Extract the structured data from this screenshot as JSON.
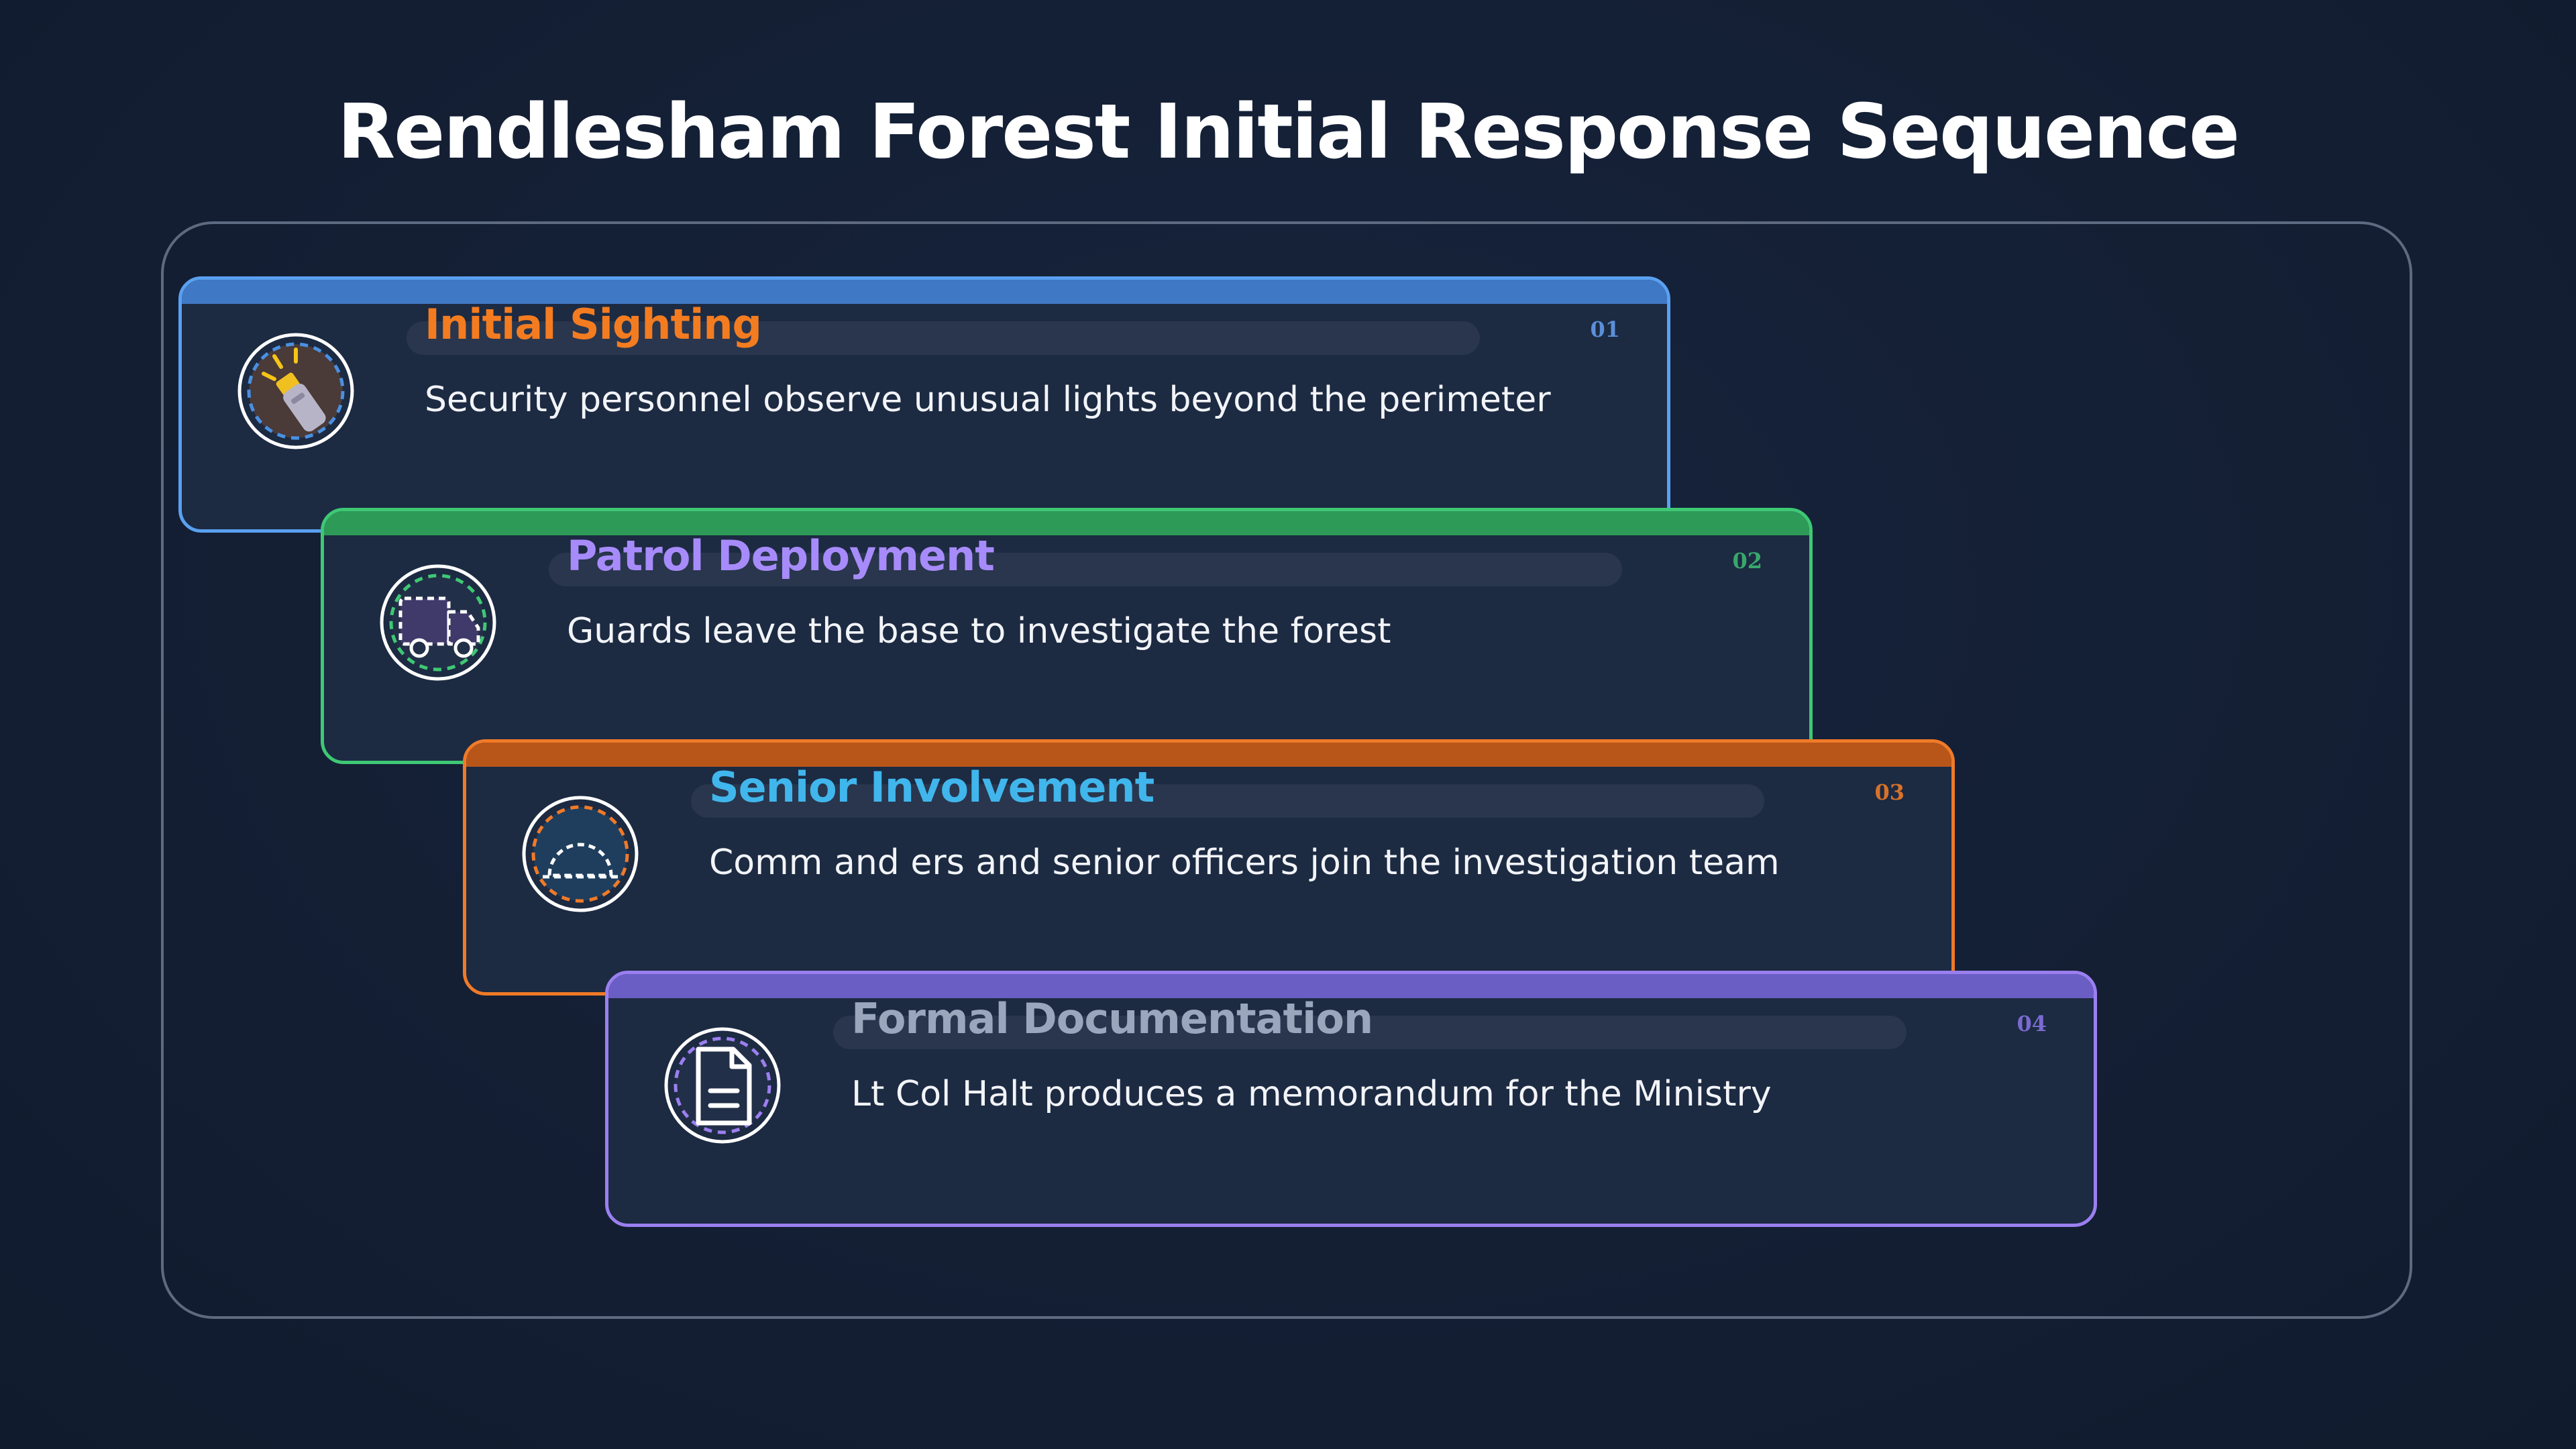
{
  "page": {
    "title": "Rendlesham Forest Initial Response Sequence"
  },
  "steps": [
    {
      "number": "01",
      "title": "Initial Sighting",
      "description": "Security personnel observe unusual lights beyond the perimeter",
      "icon": "flashlight-icon"
    },
    {
      "number": "02",
      "title": "Patrol Deployment",
      "description": "Guards leave the base to investigate the forest",
      "icon": "truck-icon"
    },
    {
      "number": "03",
      "title": "Senior Involvement",
      "description": "Comm and ers and senior officers join the investigation team",
      "icon": "helmet-icon"
    },
    {
      "number": "04",
      "title": "Formal Documentation",
      "description": "Lt Col Halt produces a memorandum for the Ministry",
      "icon": "document-icon"
    }
  ],
  "colors": {
    "background": "#142036",
    "card_background": "#1c2a42",
    "step1_accent": "#5aa0f0",
    "step2_accent": "#3ec874",
    "step3_accent": "#f07a28",
    "step4_accent": "#9b7ff0"
  }
}
